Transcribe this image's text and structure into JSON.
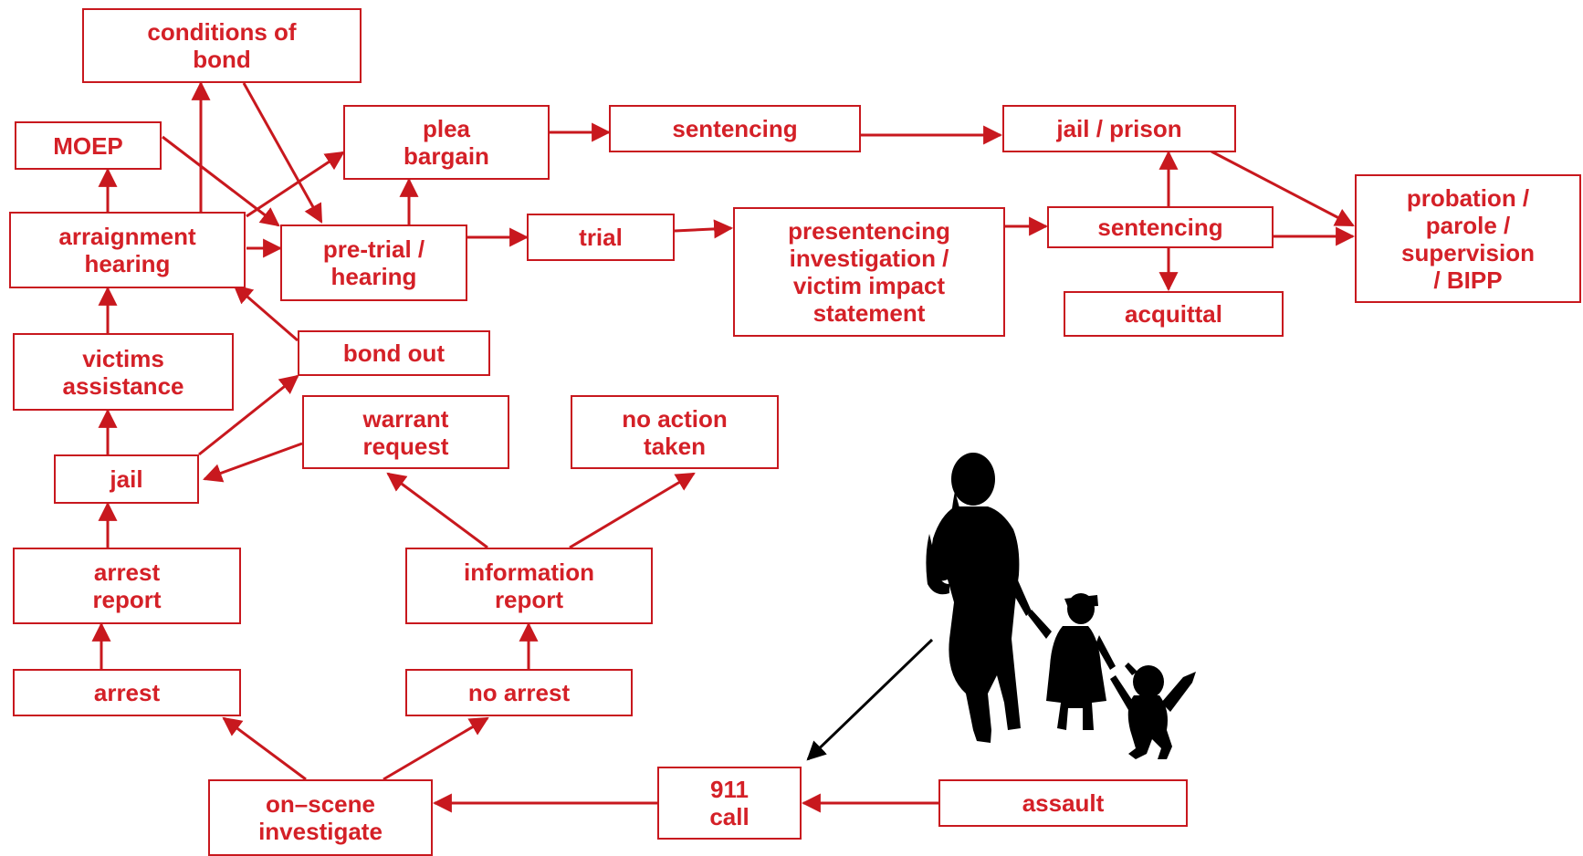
{
  "colors": {
    "accent": "#d42027",
    "line": "#c8181e",
    "pointer": "#000000"
  },
  "nodes": {
    "conditions_of_bond": "conditions of\nbond",
    "moep": "MOEP",
    "arraignment": "arraignment\nhearing",
    "plea_bargain": "plea\nbargain",
    "pretrial": "pre-trial /\nhearing",
    "sentencing_top": "sentencing",
    "jail_prison": "jail / prison",
    "trial": "trial",
    "presentencing": "presentencing\ninvestigation /\nvictim impact\nstatement",
    "sentencing_mid": "sentencing",
    "acquittal": "acquittal",
    "probation": "probation /\nparole /\nsupervision\n/ BIPP",
    "victims_assistance": "victims\nassistance",
    "bond_out": "bond out",
    "warrant_request": "warrant\nrequest",
    "no_action": "no action\ntaken",
    "jail": "jail",
    "arrest_report": "arrest\nreport",
    "information_report": "information\nreport",
    "arrest": "arrest",
    "no_arrest": "no arrest",
    "on_scene": "on–scene\ninvestigate",
    "call_911": "911\ncall",
    "assault": "assault"
  },
  "illustration": "family-silhouette"
}
